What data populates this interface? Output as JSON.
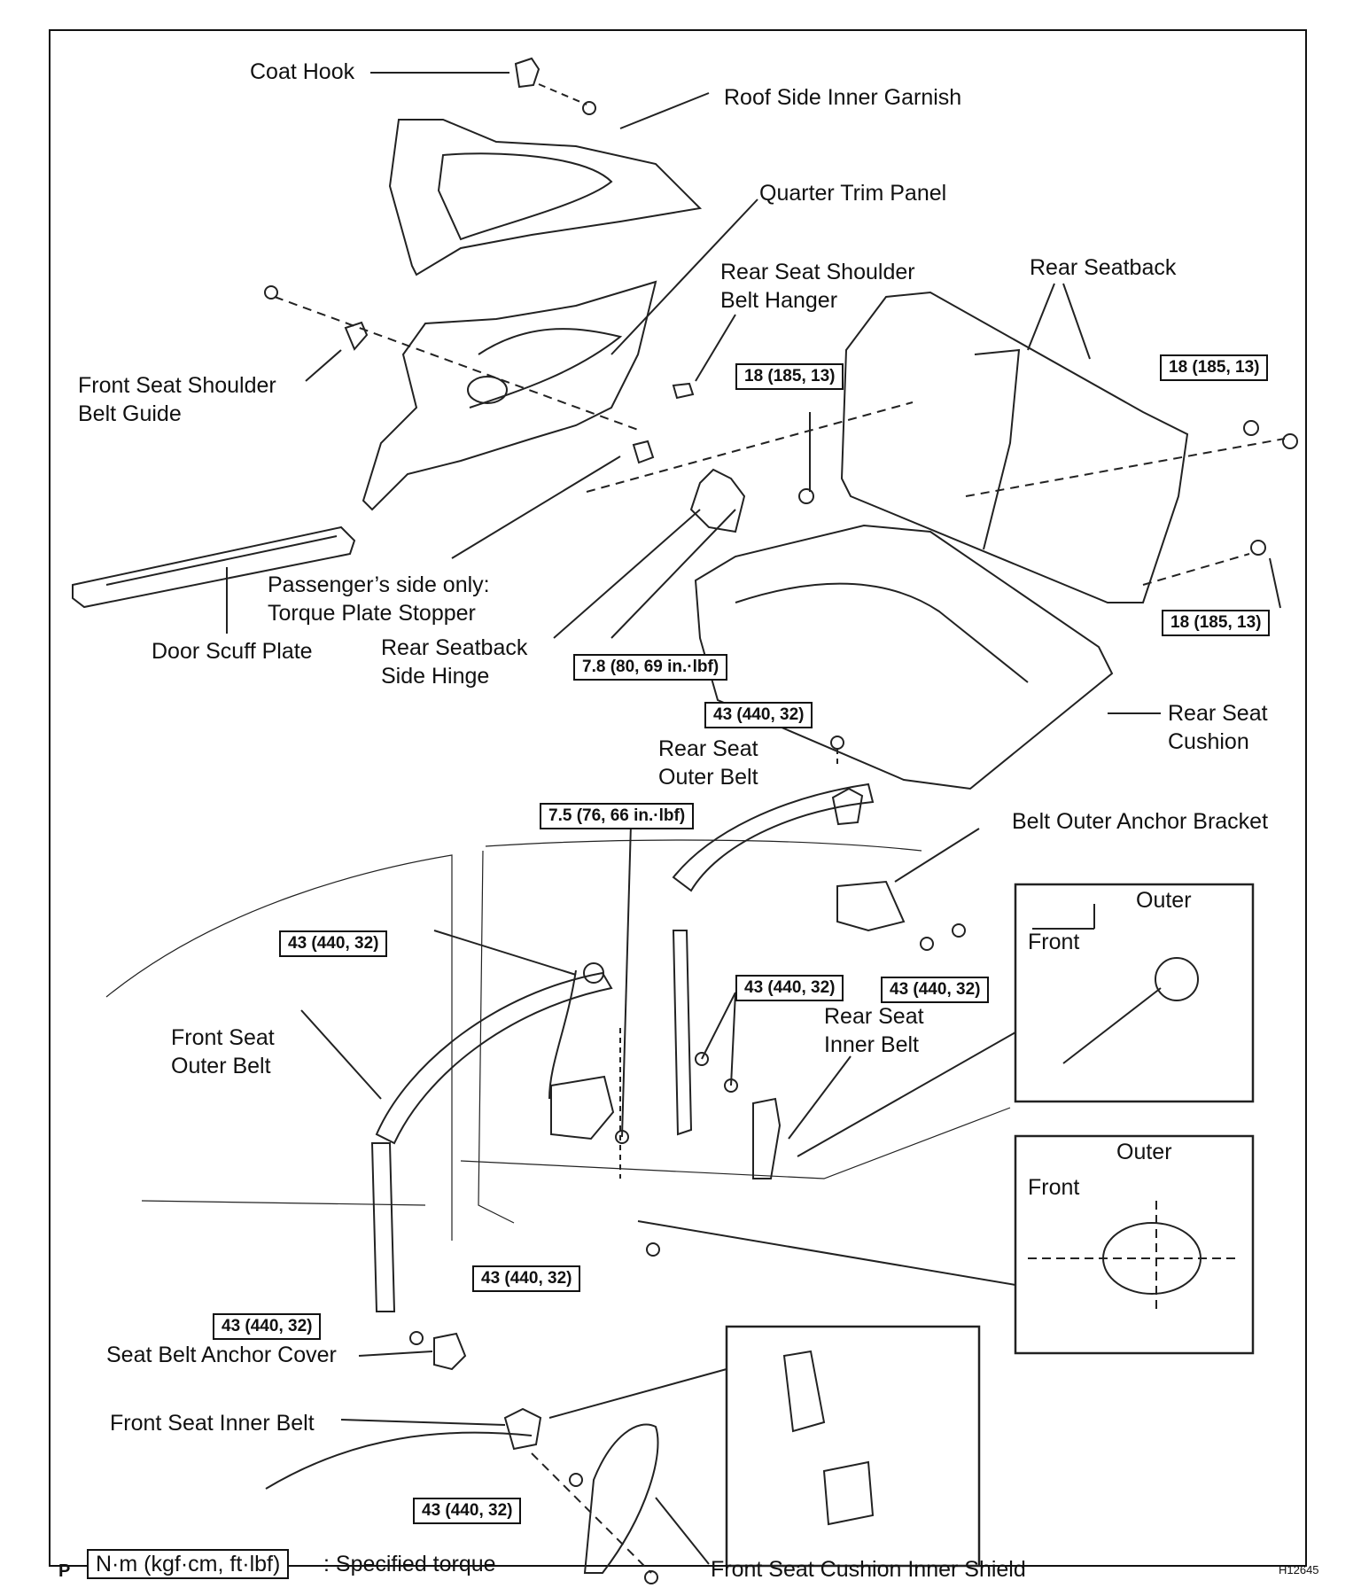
{
  "labels": {
    "coat_hook": "Coat Hook",
    "roof_side_inner_garnish": "Roof Side Inner Garnish",
    "quarter_trim_panel": "Quarter Trim Panel",
    "rear_seat_shoulder_belt_hanger_1": "Rear Seat Shoulder",
    "rear_seat_shoulder_belt_hanger_2": "Belt Hanger",
    "rear_seatback": "Rear Seatback",
    "front_seat_shoulder_belt_guide_1": "Front Seat Shoulder",
    "front_seat_shoulder_belt_guide_2": "Belt Guide",
    "passenger_side_only_1": "Passenger’s side only:",
    "passenger_side_only_2": "Torque Plate Stopper",
    "door_scuff_plate": "Door Scuff Plate",
    "rear_seatback_side_hinge_1": "Rear Seatback",
    "rear_seatback_side_hinge_2": "Side Hinge",
    "rear_seat_cushion_1": "Rear Seat",
    "rear_seat_cushion_2": "Cushion",
    "rear_seat_outer_belt_1": "Rear Seat",
    "rear_seat_outer_belt_2": "Outer Belt",
    "belt_outer_anchor_bracket": "Belt Outer Anchor Bracket",
    "front_seat_outer_belt_1": "Front Seat",
    "front_seat_outer_belt_2": "Outer Belt",
    "rear_seat_inner_belt_1": "Rear Seat",
    "rear_seat_inner_belt_2": "Inner Belt",
    "seat_belt_anchor_cover": "Seat Belt Anchor Cover",
    "front_seat_inner_belt": "Front Seat Inner Belt",
    "front_seat_cushion_inner_shield": "Front Seat Cushion Inner Shield",
    "inset1_outer": "Outer",
    "inset1_front": "Front",
    "inset2_outer": "Outer",
    "inset2_front": "Front"
  },
  "torques": {
    "t_18_a": "18 (185, 13)",
    "t_18_b": "18 (185, 13)",
    "t_18_c": "18 (185, 13)",
    "t_78": "7.8 (80, 69 in.·lbf)",
    "t_43_a": "43 (440, 32)",
    "t_75": "7.5 (76, 66 in.·lbf)",
    "t_43_b": "43 (440, 32)",
    "t_43_c": "43 (440, 32)",
    "t_43_d": "43 (440, 32)",
    "t_43_e": "43 (440, 32)",
    "t_43_f": "43 (440, 32)",
    "t_43_g": "43 (440, 32)"
  },
  "legend": {
    "marker": "P",
    "unit": "N·m (kgf·cm, ft·lbf)",
    "text": ": Specified torque"
  },
  "figure_code": "H12645"
}
